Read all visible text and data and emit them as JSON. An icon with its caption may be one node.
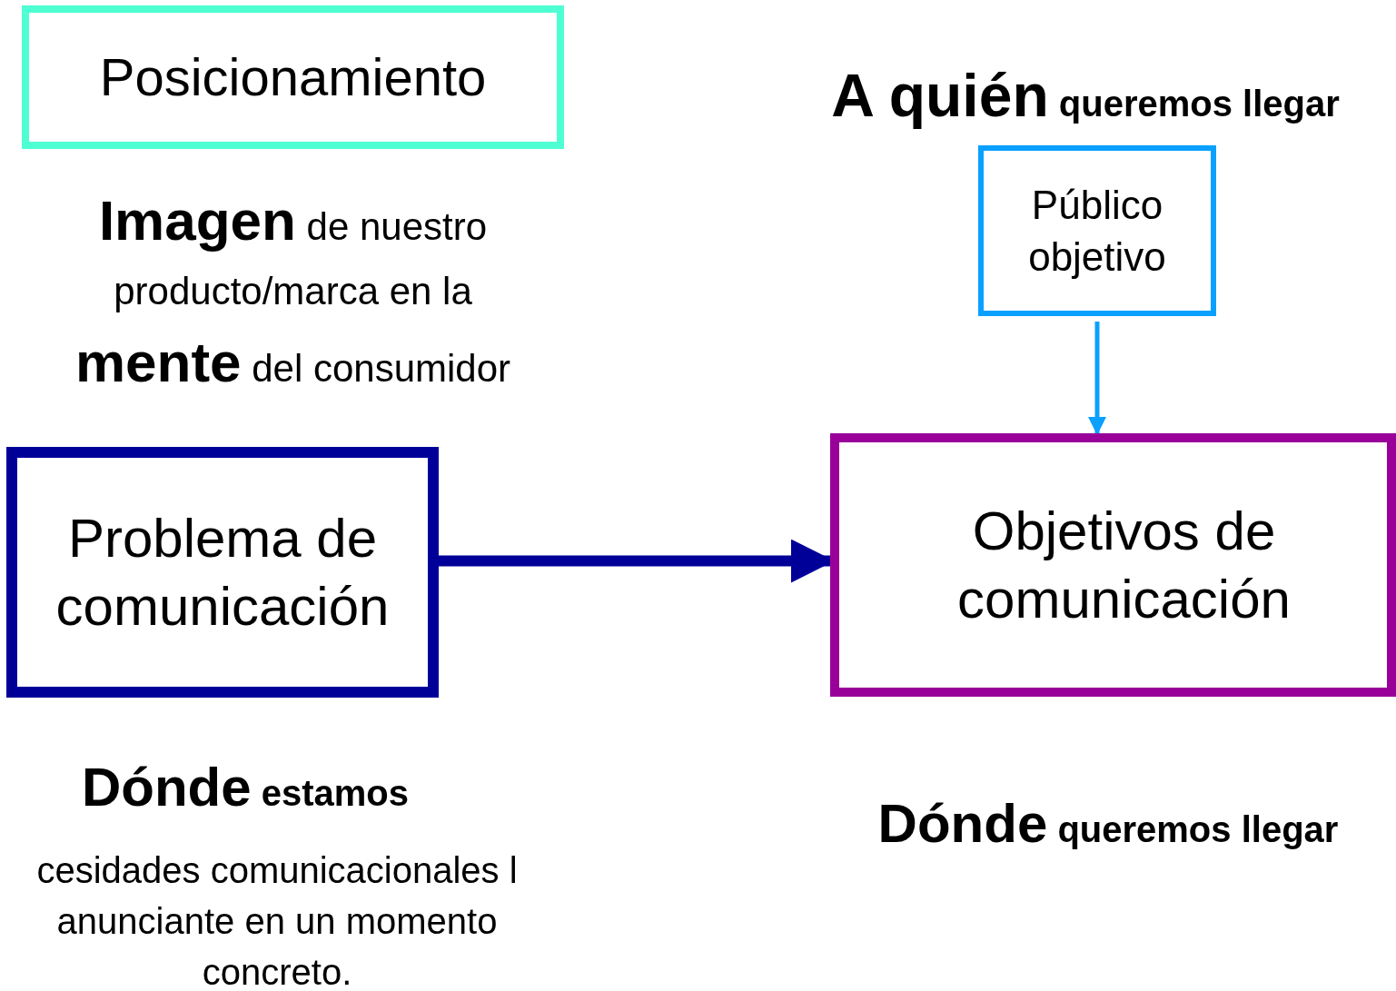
{
  "diagram": {
    "nodes": [
      {
        "text": [
          "Posicionamiento"
        ],
        "beside": [
          "**Imagen** de nuestro producto/marca en la **mente** del consumidor"
        ]
      },
      {
        "text": [
          "Público objetivo"
        ],
        "beside": [
          "**A quién** queremos llegar"
        ]
      },
      {
        "text": [
          "Problema de comunicación"
        ],
        "beside": [
          "**Dónde** estamos",
          "cesidades comunicacionales l anunciante en un momento concreto."
        ]
      },
      {
        "text": [
          "Objetivos de comunicación"
        ],
        "beside": [
          "**Dónde** queremos llegar"
        ]
      }
    ],
    "edges": [
      {
        "from": 1,
        "to": 3,
        "arrow": "to",
        "color": "#0aa0ff"
      },
      {
        "from": 2,
        "to": 3,
        "arrow": "to",
        "style": "thick",
        "color": "#000099"
      }
    ]
  }
}
